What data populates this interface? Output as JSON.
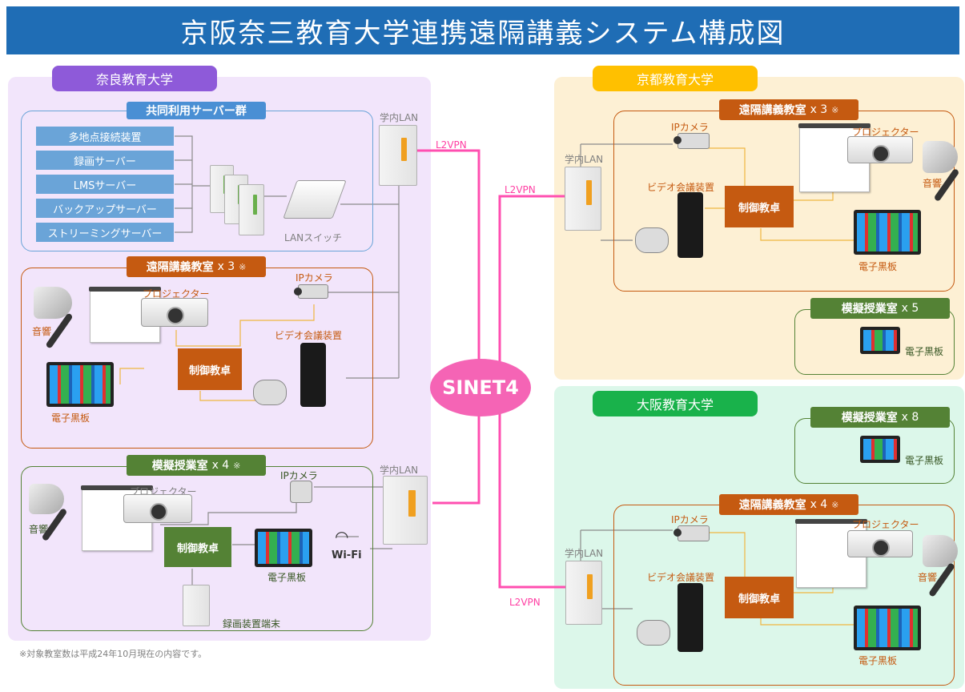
{
  "title": "京阪奈三教育大学連携遠隔講義システム構成図",
  "nara": {
    "name": "奈良教育大学",
    "servers": {
      "header": "共同利用サーバー群",
      "items": [
        "多地点接続装置",
        "録画サーバー",
        "LMSサーバー",
        "バックアップサーバー",
        "ストリーミングサーバー"
      ],
      "switch_label": "LANスイッチ"
    },
    "lan1": "学内LAN",
    "lan2": "学内LAN",
    "remote": {
      "header": "遠隔講義教室",
      "count": "x 3",
      "mark": "※",
      "speaker": "音響",
      "projector": "プロジェクター",
      "camera": "IPカメラ",
      "control": "制御教卓",
      "vc": "ビデオ会議装置",
      "board": "電子黒板"
    },
    "mock": {
      "header": "模擬授業室",
      "count": "x 4",
      "mark": "※",
      "speaker": "音響",
      "projector": "プロジェクター",
      "camera": "IPカメラ",
      "control": "制御教卓",
      "board": "電子黒板",
      "wifi": "Wi-Fi",
      "recorder": "録画装置端末"
    }
  },
  "kyoto": {
    "name": "京都教育大学",
    "lan": "学内LAN",
    "remote": {
      "header": "遠隔講義教室",
      "count": "x 3",
      "mark": "※",
      "camera": "IPカメラ",
      "projector": "プロジェクター",
      "speaker": "音響",
      "vc": "ビデオ会議装置",
      "control": "制御教卓",
      "board": "電子黒板"
    },
    "mock": {
      "header": "模擬授業室",
      "count": "x 5",
      "board": "電子黒板"
    }
  },
  "osaka": {
    "name": "大阪教育大学",
    "lan": "学内LAN",
    "mock": {
      "header": "模擬授業室",
      "count": "x 8",
      "board": "電子黒板"
    },
    "remote": {
      "header": "遠隔講義教室",
      "count": "x 4",
      "mark": "※",
      "camera": "IPカメラ",
      "projector": "プロジェクター",
      "speaker": "音響",
      "vc": "ビデオ会議装置",
      "control": "制御教卓",
      "board": "電子黒板"
    }
  },
  "links": {
    "l2vpn_nara": "L2VPN",
    "l2vpn_kyoto": "L2VPN",
    "l2vpn_osaka": "L2VPN"
  },
  "network": "SINET4",
  "footnote": "※対象教室数は平成24年10月現在の内容です。",
  "colors": {
    "title_bg": "#1f6db5",
    "nara_bg": "#f2e5fb",
    "nara_tab": "#8e5ad9",
    "kyoto_bg": "#fdf0d4",
    "kyoto_tab": "#ffc000",
    "osaka_bg": "#dcf7ea",
    "osaka_tab": "#19b24b",
    "server_header": "#4a8fd4",
    "remote_header": "#c55a11",
    "mock_header": "#548235",
    "link": "#ff4fb0"
  }
}
